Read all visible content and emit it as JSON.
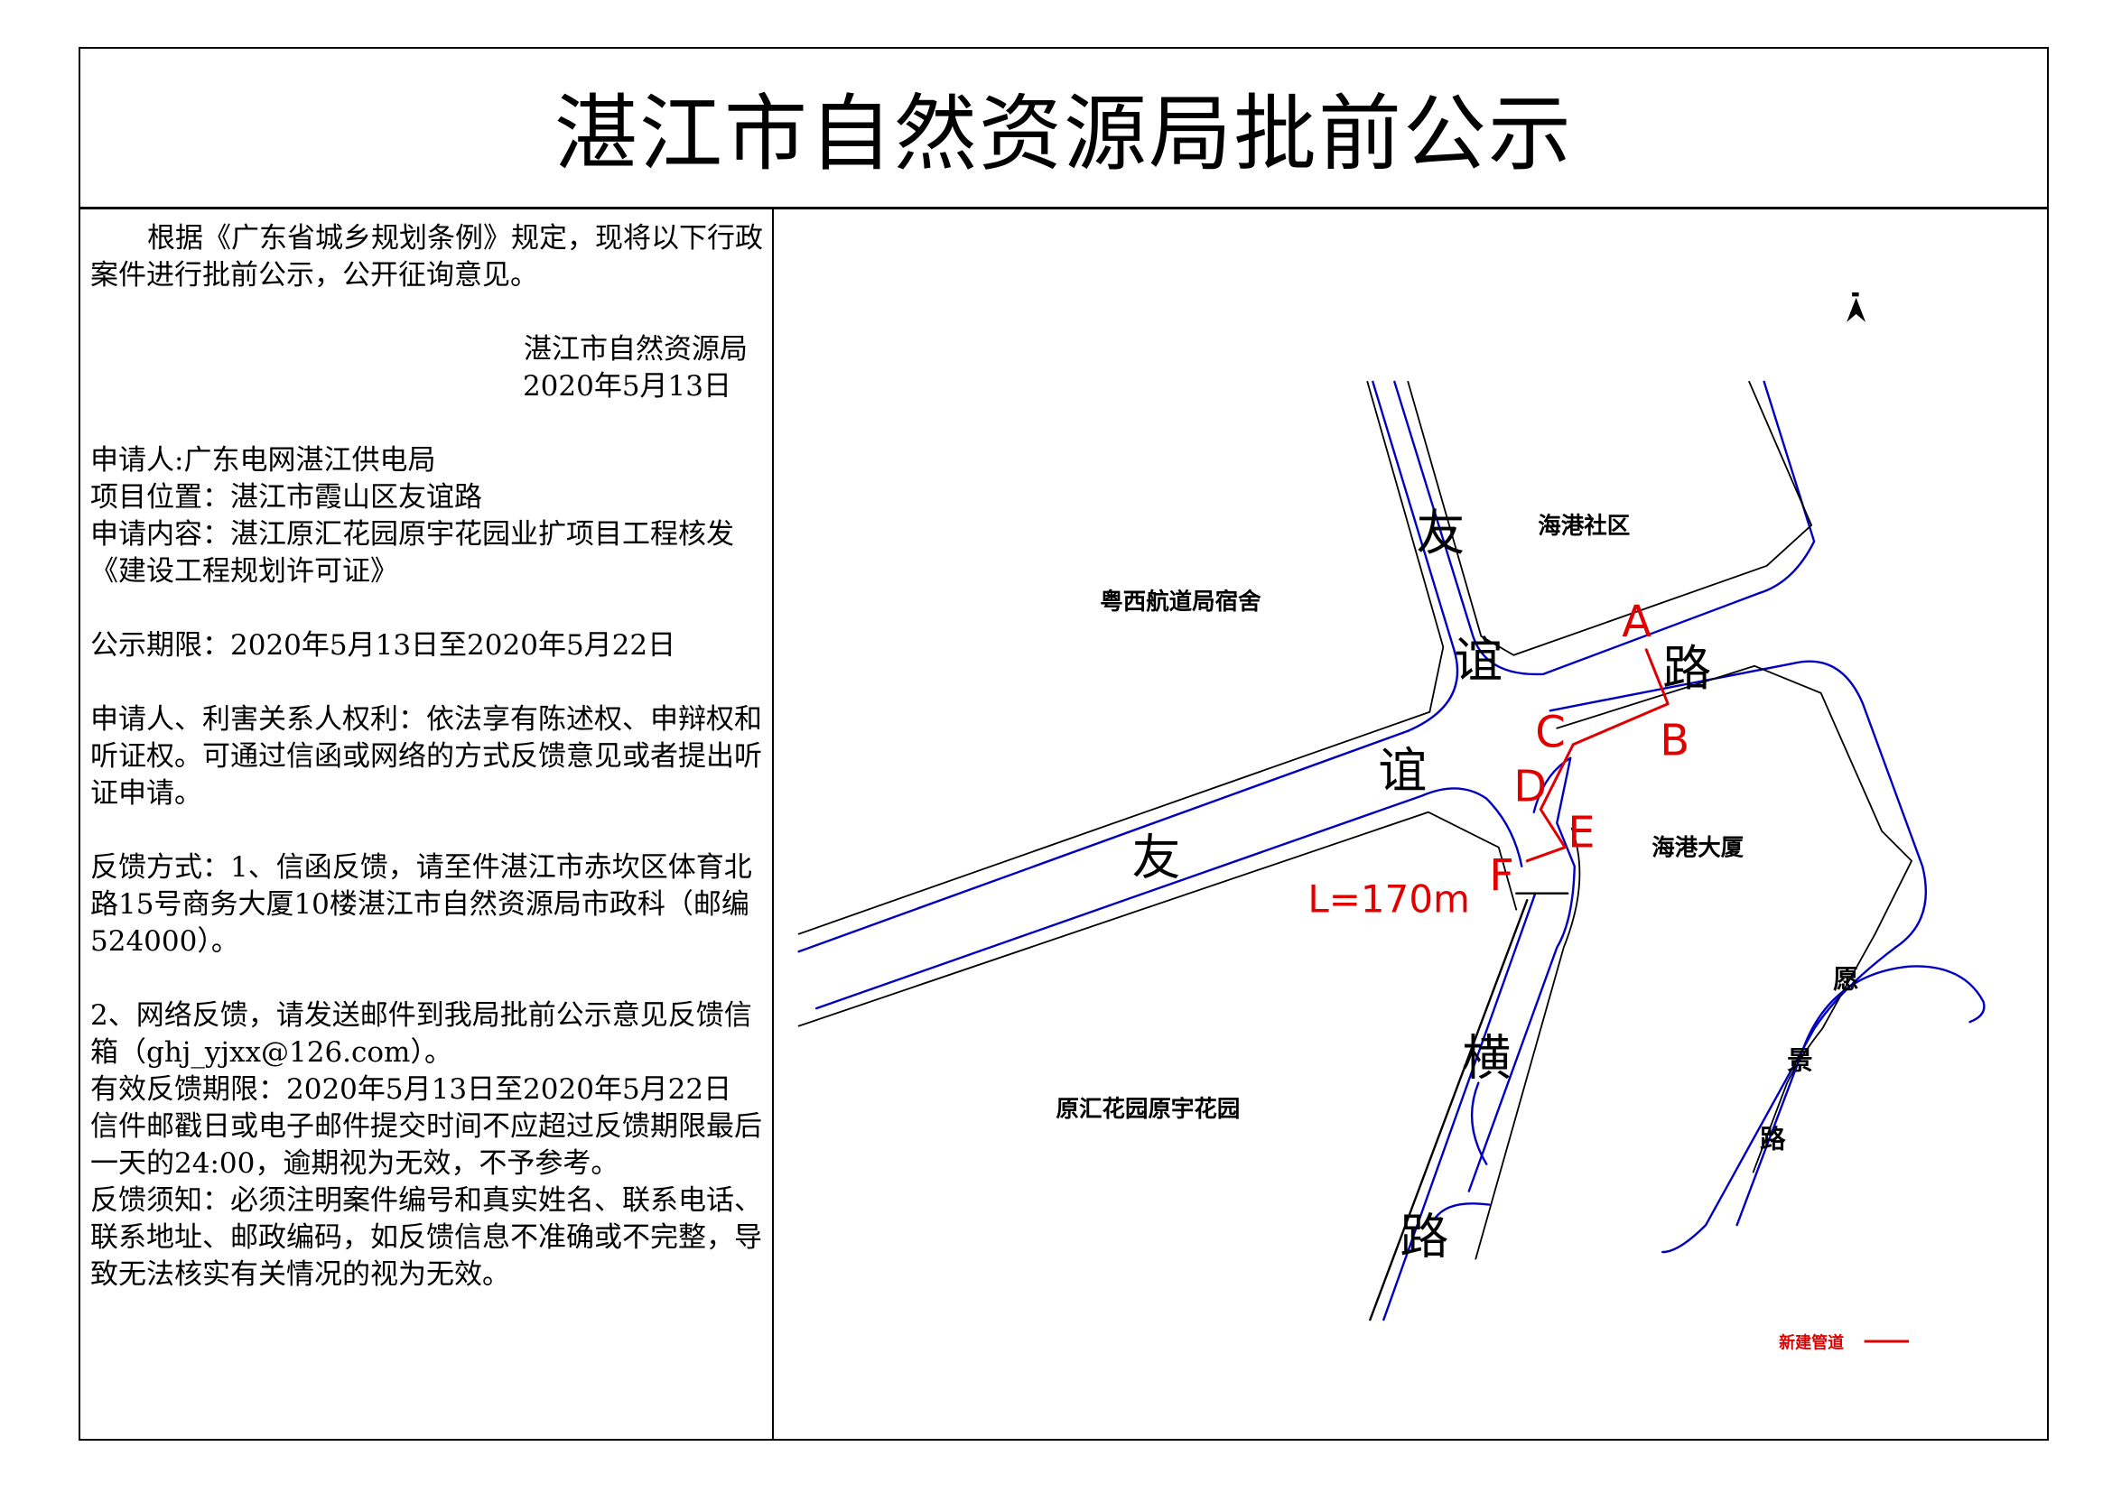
{
  "title": "湛江市自然资源局批前公示",
  "notice": {
    "intro": "根据《广东省城乡规划条例》规定，现将以下行政案件进行批前公示，公开征询意见。",
    "issuer": "湛江市自然资源局",
    "issue_date": "2020年5月13日",
    "applicant": "申请人:广东电网湛江供电局",
    "location": "项目位置：湛江市霞山区友谊路",
    "content": "申请内容：湛江原汇花园原宇花园业扩项目工程核发《建设工程规划许可证》",
    "period": "公示期限：2020年5月13日至2020年5月22日",
    "rights": "申请人、利害关系人权利：依法享有陈述权、申辩权和听证权。可通过信函或网络的方式反馈意见或者提出听证申请。",
    "feedback_letter": "反馈方式：1、信函反馈，请至件湛江市赤坎区体育北路15号商务大厦10楼湛江市自然资源局市政科（邮编524000）。",
    "feedback_net": "2、网络反馈，请发送邮件到我局批前公示意见反馈信箱（ghj_yjxx@126.com）。",
    "valid_period": "有效反馈期限：2020年5月13日至2020年5月22日",
    "deadline_note": "信件邮戳日或电子邮件提交时间不应超过反馈期限最后一天的24:00，逾期视为无效，不予参考。",
    "requirements": "反馈须知：必须注明案件编号和真实姓名、联系电话、联系地址、邮政编码，如反馈信息不准确或不完整，导致无法核实有关情况的视为无效。"
  },
  "map": {
    "north_arrow": "north-arrow-icon",
    "areas": {
      "haigang_community": "海港社区",
      "yuexi_dormitory": "粤西航道局宿舍",
      "haigang_building": "海港大厦",
      "yuanhui_garden": "原汇花园原宇花园"
    },
    "roads": {
      "youyi_road_north": [
        "友",
        "谊",
        "路"
      ],
      "youyi_road_west": [
        "谊",
        "友"
      ],
      "youyi_heng_road": [
        "横",
        "路"
      ],
      "yuanjing_road": [
        "愿",
        "景",
        "路"
      ]
    },
    "points": [
      "A",
      "B",
      "C",
      "D",
      "E",
      "F"
    ],
    "length_label": "L=170m",
    "legend": {
      "label": "新建管道",
      "color": "#e00000"
    },
    "colors": {
      "road_edge": "#000000",
      "road_center": "#0000c0",
      "pipeline": "#e00000"
    }
  }
}
